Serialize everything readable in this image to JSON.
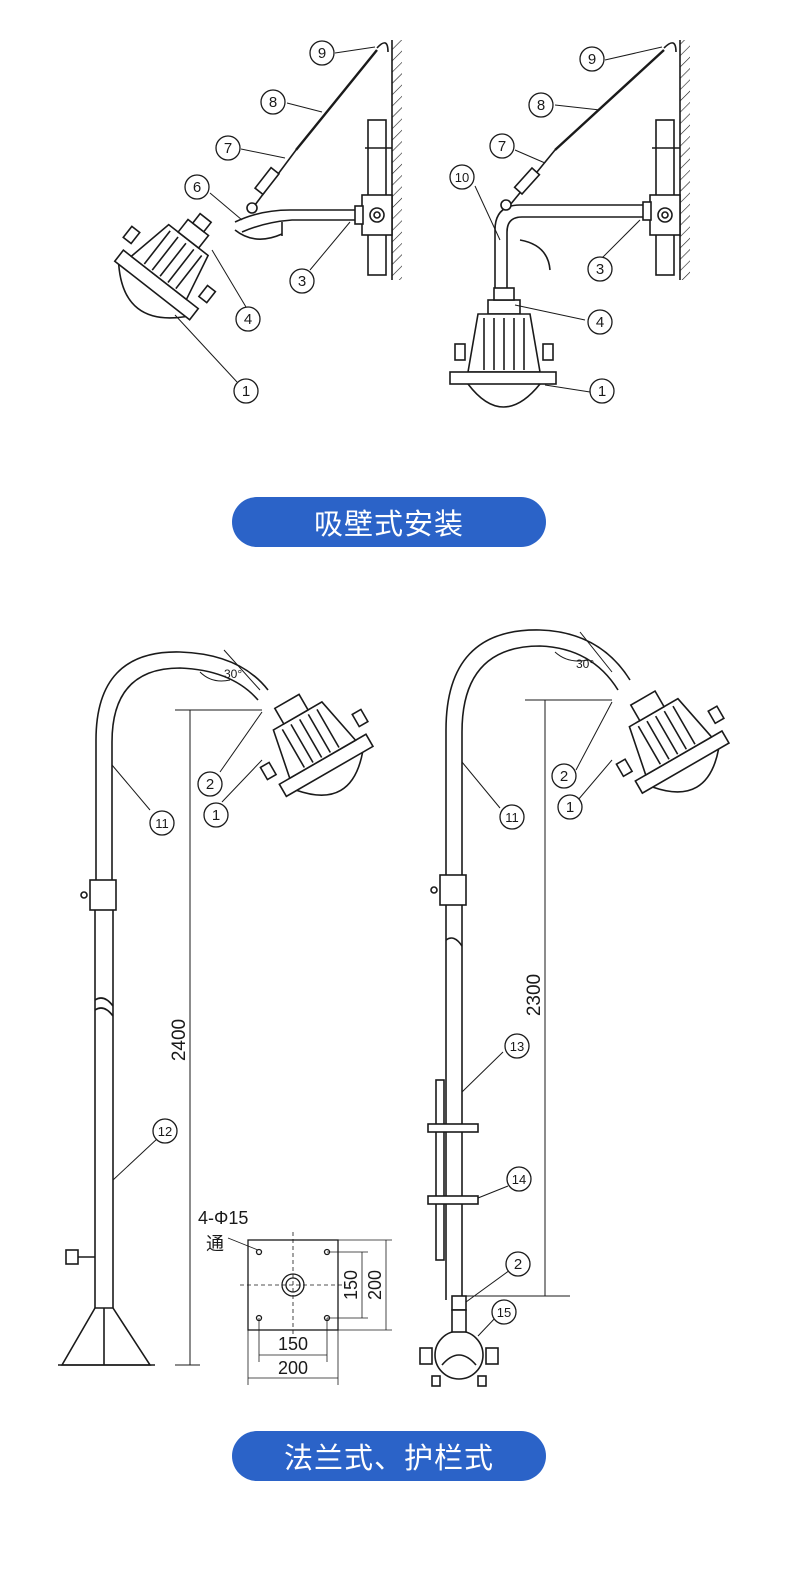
{
  "sections": [
    {
      "caption": "吸壁式安装"
    },
    {
      "caption": "法兰式、护栏式"
    }
  ],
  "callouts": {
    "left_wall": [
      "9",
      "8",
      "7",
      "6",
      "3",
      "4",
      "1"
    ],
    "right_wall": [
      "9",
      "8",
      "7",
      "10",
      "3",
      "4",
      "1"
    ],
    "left_pole": [
      "2",
      "1",
      "11",
      "12"
    ],
    "right_pole": [
      "2",
      "1",
      "11",
      "13",
      "14",
      "2",
      "15"
    ]
  },
  "dimensions": {
    "angle": "30°",
    "height_left": "2400",
    "height_right": "2300",
    "hole_note_1": "4-Φ15",
    "hole_note_2": "通",
    "flange_inner": "150",
    "flange_outer": "200"
  },
  "colors": {
    "accent": "#2b63c8",
    "line": "#1a1a1a"
  }
}
